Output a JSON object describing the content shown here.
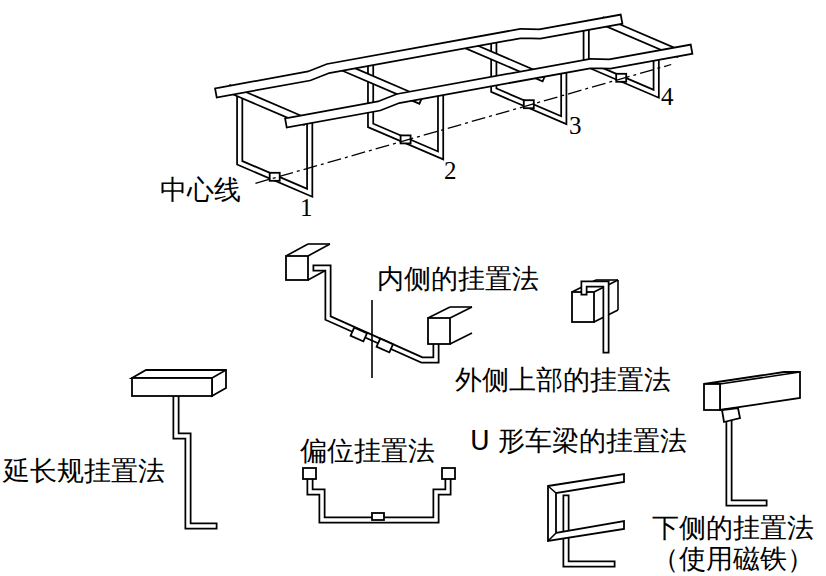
{
  "diagram": {
    "labels": [
      "中心线",
      "1",
      "2",
      "3",
      "4",
      "内侧的挂置法",
      "外侧上部的挂置法",
      "延长规挂置法",
      "偏位挂置法",
      "U 形车梁的挂置法",
      "下侧的挂置法 （使用磁铁）"
    ]
  }
}
